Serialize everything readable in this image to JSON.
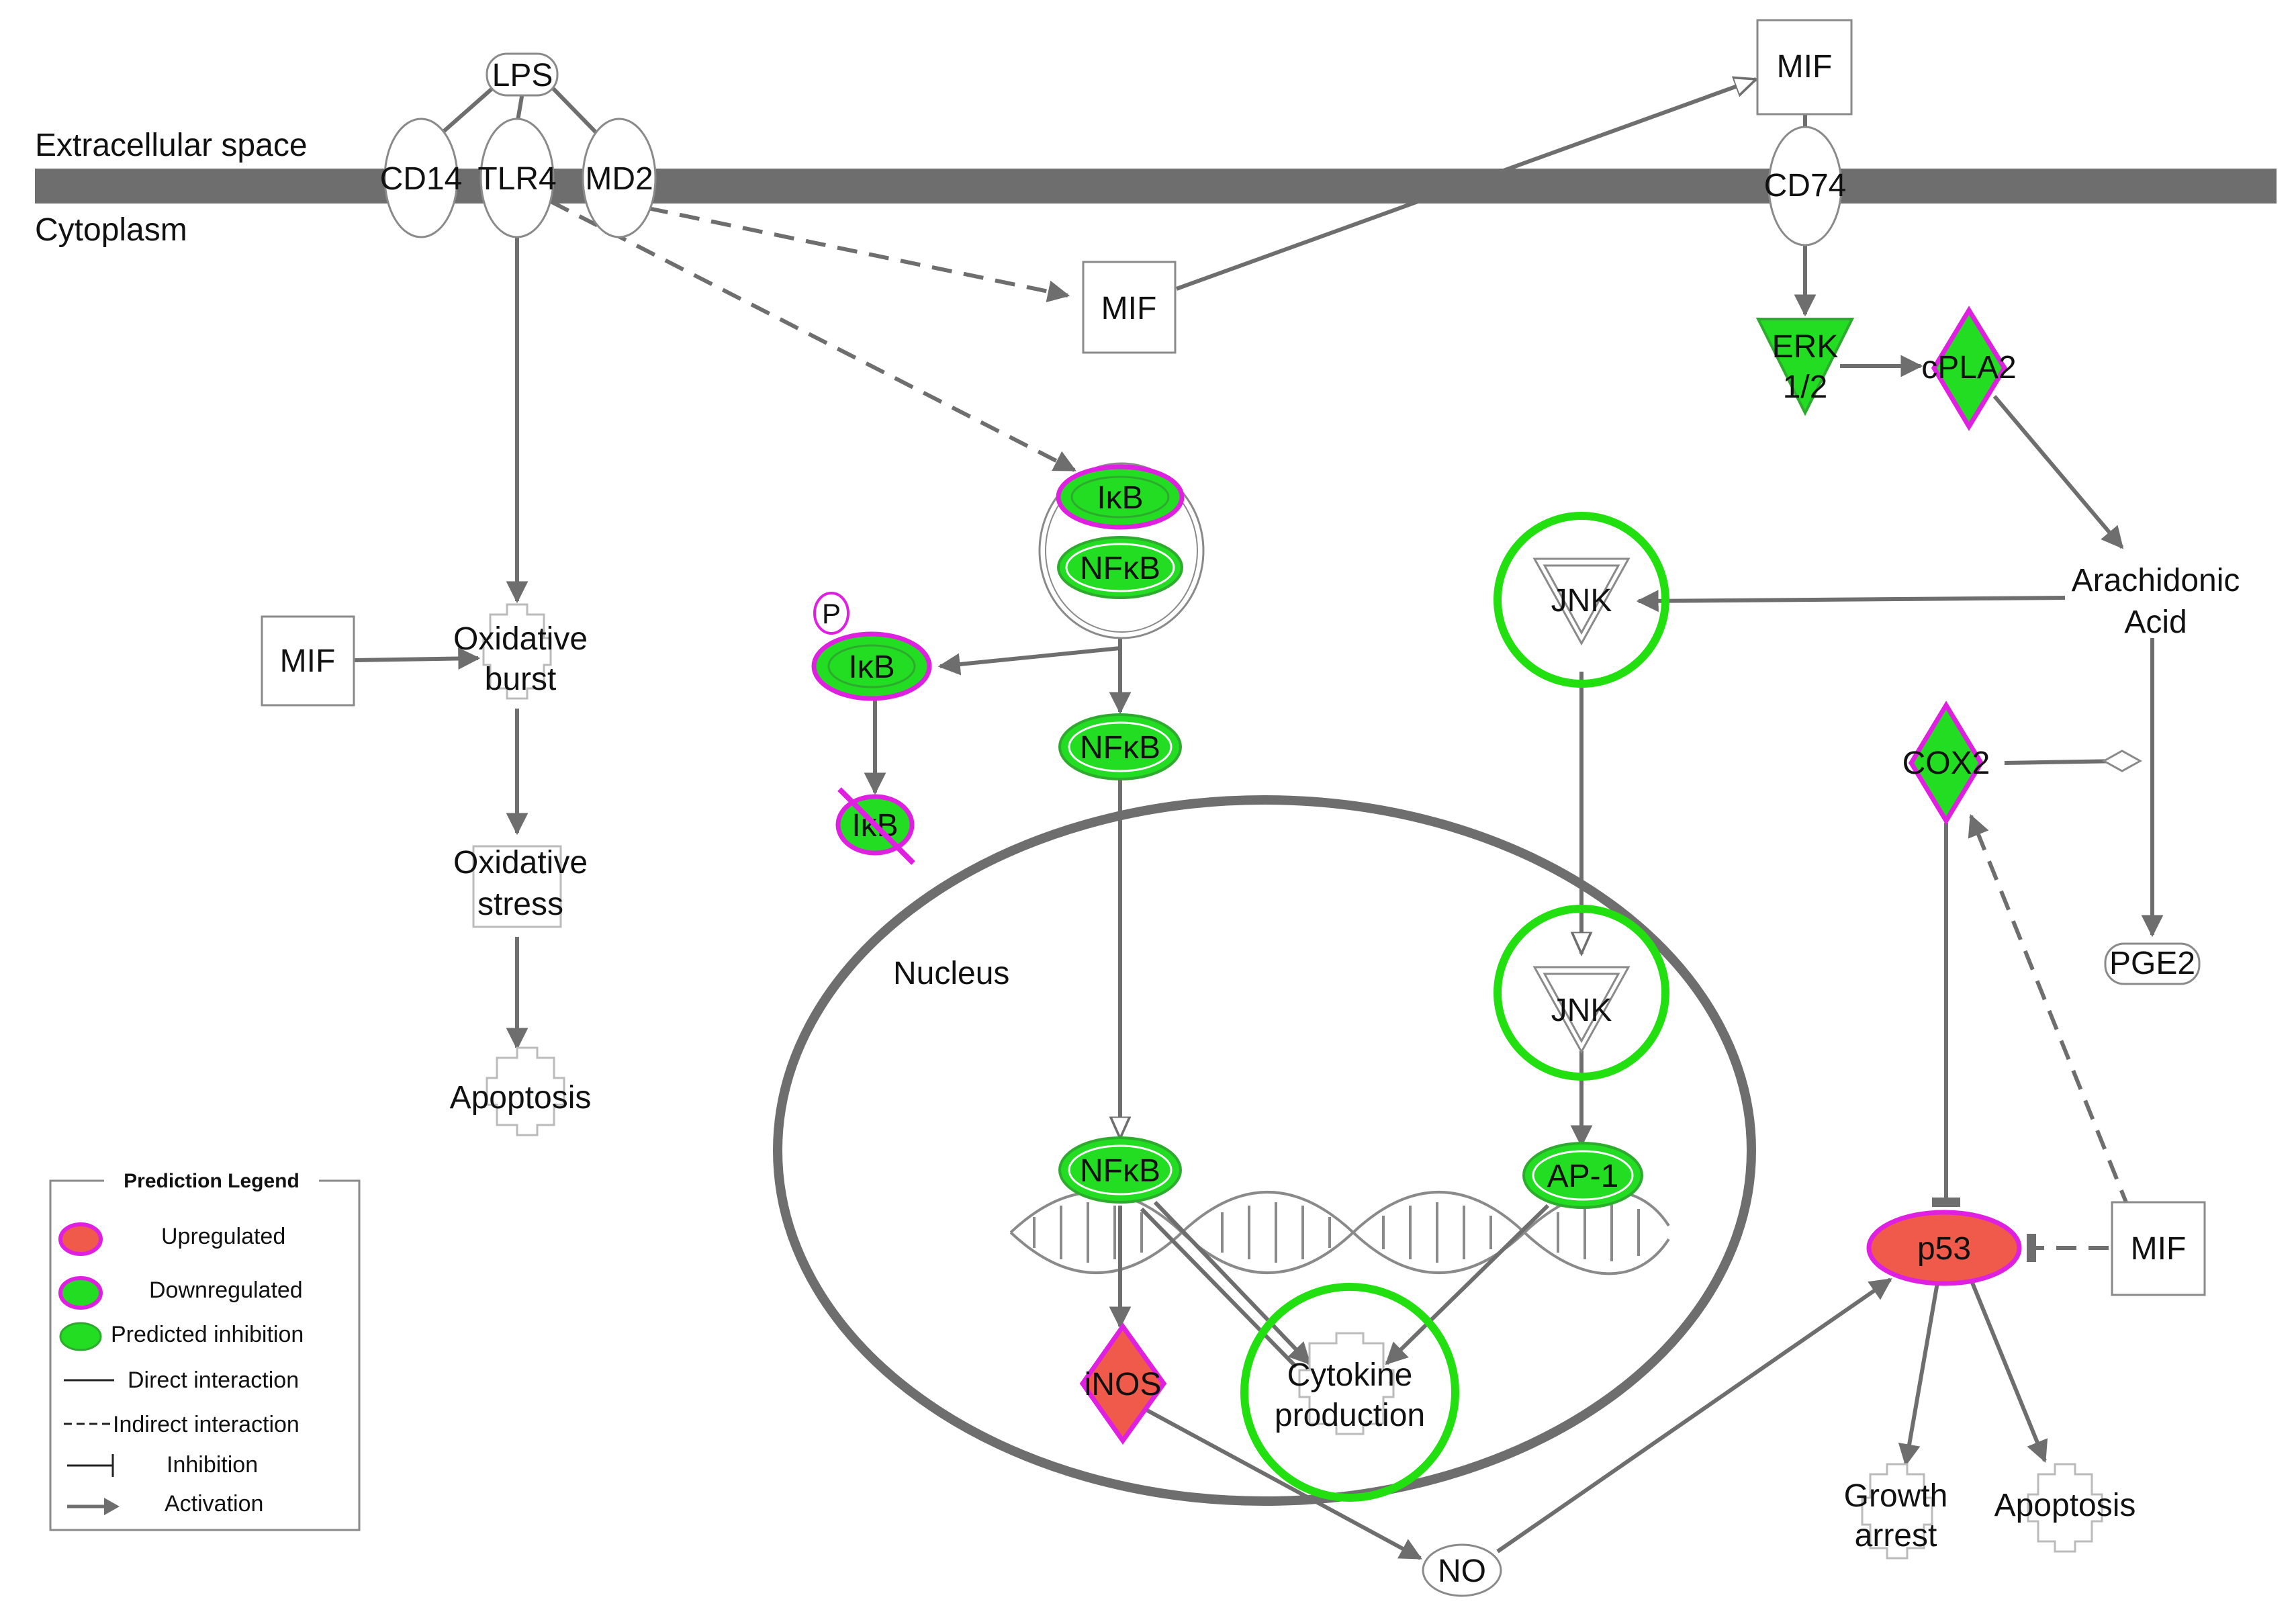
{
  "compartments": {
    "extracellular": "Extracellular space",
    "cytoplasm": "Cytoplasm",
    "nucleus": "Nucleus"
  },
  "nodes": {
    "lps": "LPS",
    "cd14": "CD14",
    "tlr4": "TLR4",
    "md2": "MD2",
    "mif_top": "MIF",
    "cd74": "CD74",
    "mif_mid": "MIF",
    "mif_left": "MIF",
    "mif_right": "MIF",
    "erk_line1": "ERK",
    "erk_line2": "1/2",
    "cpla2": "cPLA2",
    "arach_line1": "Arachidonic",
    "arach_line2": "Acid",
    "cox2": "COX2",
    "pge2": "PGE2",
    "ikb_complex": "IκB",
    "nfkb_complex": "NFκB",
    "p_mark": "P",
    "ikb_p": "IκB",
    "ikb_deg": "IκB",
    "nfkb_cyto": "NFκB",
    "nfkb_nuc": "NFκB",
    "jnk_cyto": "JNK",
    "jnk_nuc": "JNK",
    "ap1": "AP-1",
    "inos": "iNOS",
    "cyto_line1": "Cytokine",
    "cyto_line2": "production",
    "no": "NO",
    "p53": "p53",
    "ox_burst_line1": "Oxidative",
    "ox_burst_line2": "burst",
    "ox_stress_line1": "Oxidative",
    "ox_stress_line2": "stress",
    "apop_left": "Apoptosis",
    "growth_line1": "Growth",
    "growth_line2": "arrest",
    "apop_right": "Apoptosis"
  },
  "legend": {
    "title": "Prediction Legend",
    "items": [
      "Upregulated",
      "Downregulated",
      "Predicted inhibition",
      "Direct interaction",
      "Indirect interaction",
      "Inhibition",
      "Activation"
    ]
  },
  "colors": {
    "upregulated": "#f05a4a",
    "downregulated_fill": "#22dd22",
    "magenta_border": "#e020e0",
    "predicted_inhibition": "#22dd22",
    "highlight_circle": "#22e010",
    "membrane": "#6e6e6e",
    "edge": "#6e6e6e"
  }
}
